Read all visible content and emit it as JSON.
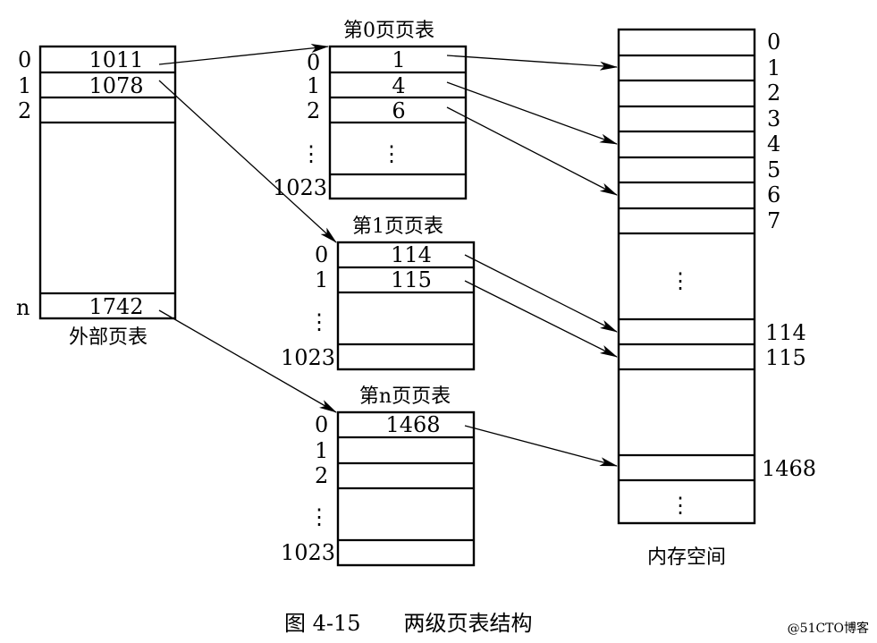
{
  "figure": {
    "caption": "图 4-15　　两级页表结构",
    "watermark": "@51CTO博客"
  },
  "outer_table": {
    "title": "外部页表",
    "index_labels": [
      "0",
      "1",
      "2",
      "n"
    ],
    "entries": [
      "1011",
      "1078",
      "1742"
    ]
  },
  "page_table_0": {
    "title": "第0页页表",
    "index_labels": [
      "0",
      "1",
      "2",
      "⋮",
      "1023"
    ],
    "entries": [
      "1",
      "4",
      "6"
    ],
    "ellipsis": "⋮"
  },
  "page_table_1": {
    "title": "第1页页表",
    "index_labels": [
      "0",
      "1",
      "⋮",
      "1023"
    ],
    "entries": [
      "114",
      "115"
    ]
  },
  "page_table_n": {
    "title": "第n页页表",
    "index_labels": [
      "0",
      "1",
      "2",
      "⋮",
      "1023"
    ],
    "entries": [
      "1468"
    ]
  },
  "memory": {
    "title": "内存空间",
    "frame_labels": [
      "0",
      "1",
      "2",
      "3",
      "4",
      "5",
      "6",
      "7",
      "114",
      "115",
      "1468"
    ],
    "ellipsis": "⋮"
  }
}
